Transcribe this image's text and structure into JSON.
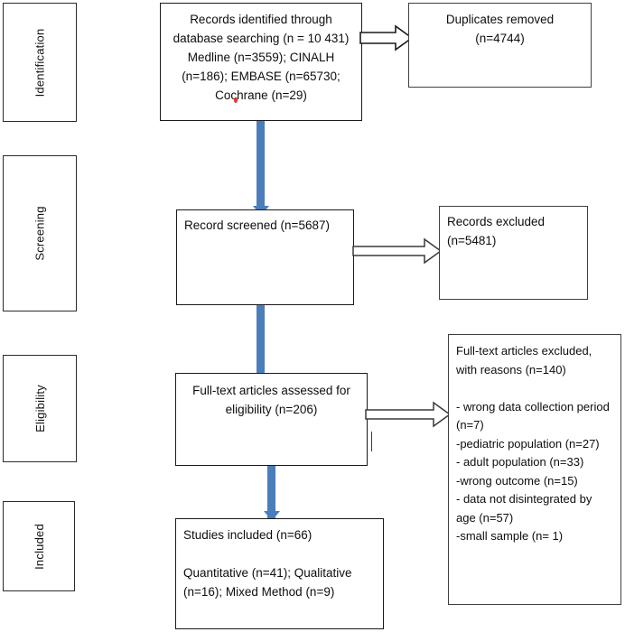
{
  "diagram": {
    "title": "PRISMA study selection flow diagram",
    "accent_color": "#4a7ebb",
    "border_color": "#1a1a1a",
    "background_color": "#ffffff"
  },
  "stages": [
    {
      "label": "Identification"
    },
    {
      "label": "Screening"
    },
    {
      "label": "Eligibility"
    },
    {
      "label": "Included"
    }
  ],
  "boxes": {
    "identified": {
      "text": "Records identified through database searching (n = 10 431) Medline (n=3559); CINALH (n=186); EMBASE (n=65730; Cochrane (n=29)"
    },
    "duplicates": {
      "text": "Duplicates removed\n(n=4744)"
    },
    "screened": {
      "text": "Record screened (n=5687)"
    },
    "records_excluded": {
      "text": "Records excluded\n(n=5481)"
    },
    "eligibility": {
      "text": "Full-text articles assessed for eligibility (n=206)"
    },
    "fulltext_excluded": {
      "text": "Full-text articles excluded, with reasons (n=140)\n\n- wrong data collection period (n=7)\n-pediatric population (n=27)\n- adult population (n=33)\n-wrong outcome (n=15)\n- data not disintegrated by age (n=57)\n-small sample (n= 1)"
    },
    "included": {
      "text": "Studies included (n=66)\n\nQuantitative (n=41); Qualitative (n=16); Mixed Method (n=9)"
    }
  },
  "connectors": {
    "identified_to_screened": "vertical-arrow",
    "screened_to_eligibility": "vertical-arrow",
    "eligibility_to_included": "vertical-arrow",
    "identified_to_duplicates": "block-arrow-right",
    "screened_to_records_excluded": "block-arrow-right",
    "eligibility_to_fulltext_excluded": "block-arrow-right"
  }
}
